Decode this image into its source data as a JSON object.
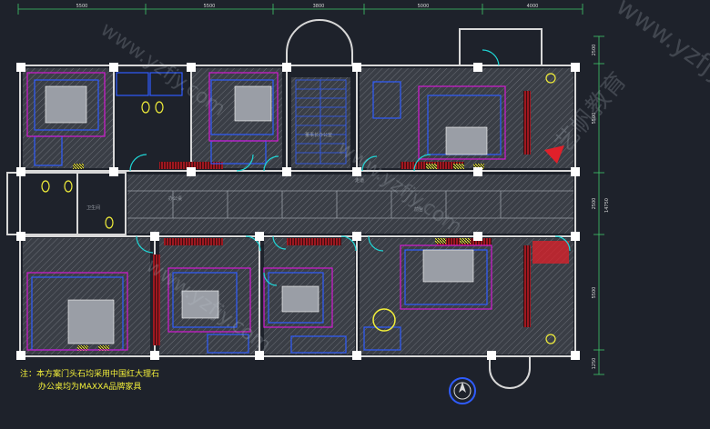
{
  "colors": {
    "background": "#1e222b",
    "wall": "#d8d8d8",
    "column": "#ffffff",
    "door": "#1fd7d7",
    "furniture": "#2f5cff",
    "accent_red": "#e0202a",
    "yellow": "#f2ef3a",
    "magenta": "#d21ad2",
    "dimension": "#3fc86a"
  },
  "top_dimensions": [
    "5500",
    "5500",
    "3800",
    "5000",
    "4000"
  ],
  "right_dimensions": [
    "2500",
    "5500",
    "2500",
    "14750",
    "5500",
    "1250"
  ],
  "room_labels": [
    "办公桌",
    "董事长办公室",
    "走道",
    "卫生间",
    "前台"
  ],
  "notes": {
    "line1": "注：本方案门头石均采用中国红大理石",
    "line2": "办公桌均为MAXXA品牌家具"
  },
  "watermark": "www.yzfjy.com",
  "watermark_brand": "艺帆教育",
  "icons": [
    "north-arrow-icon"
  ]
}
